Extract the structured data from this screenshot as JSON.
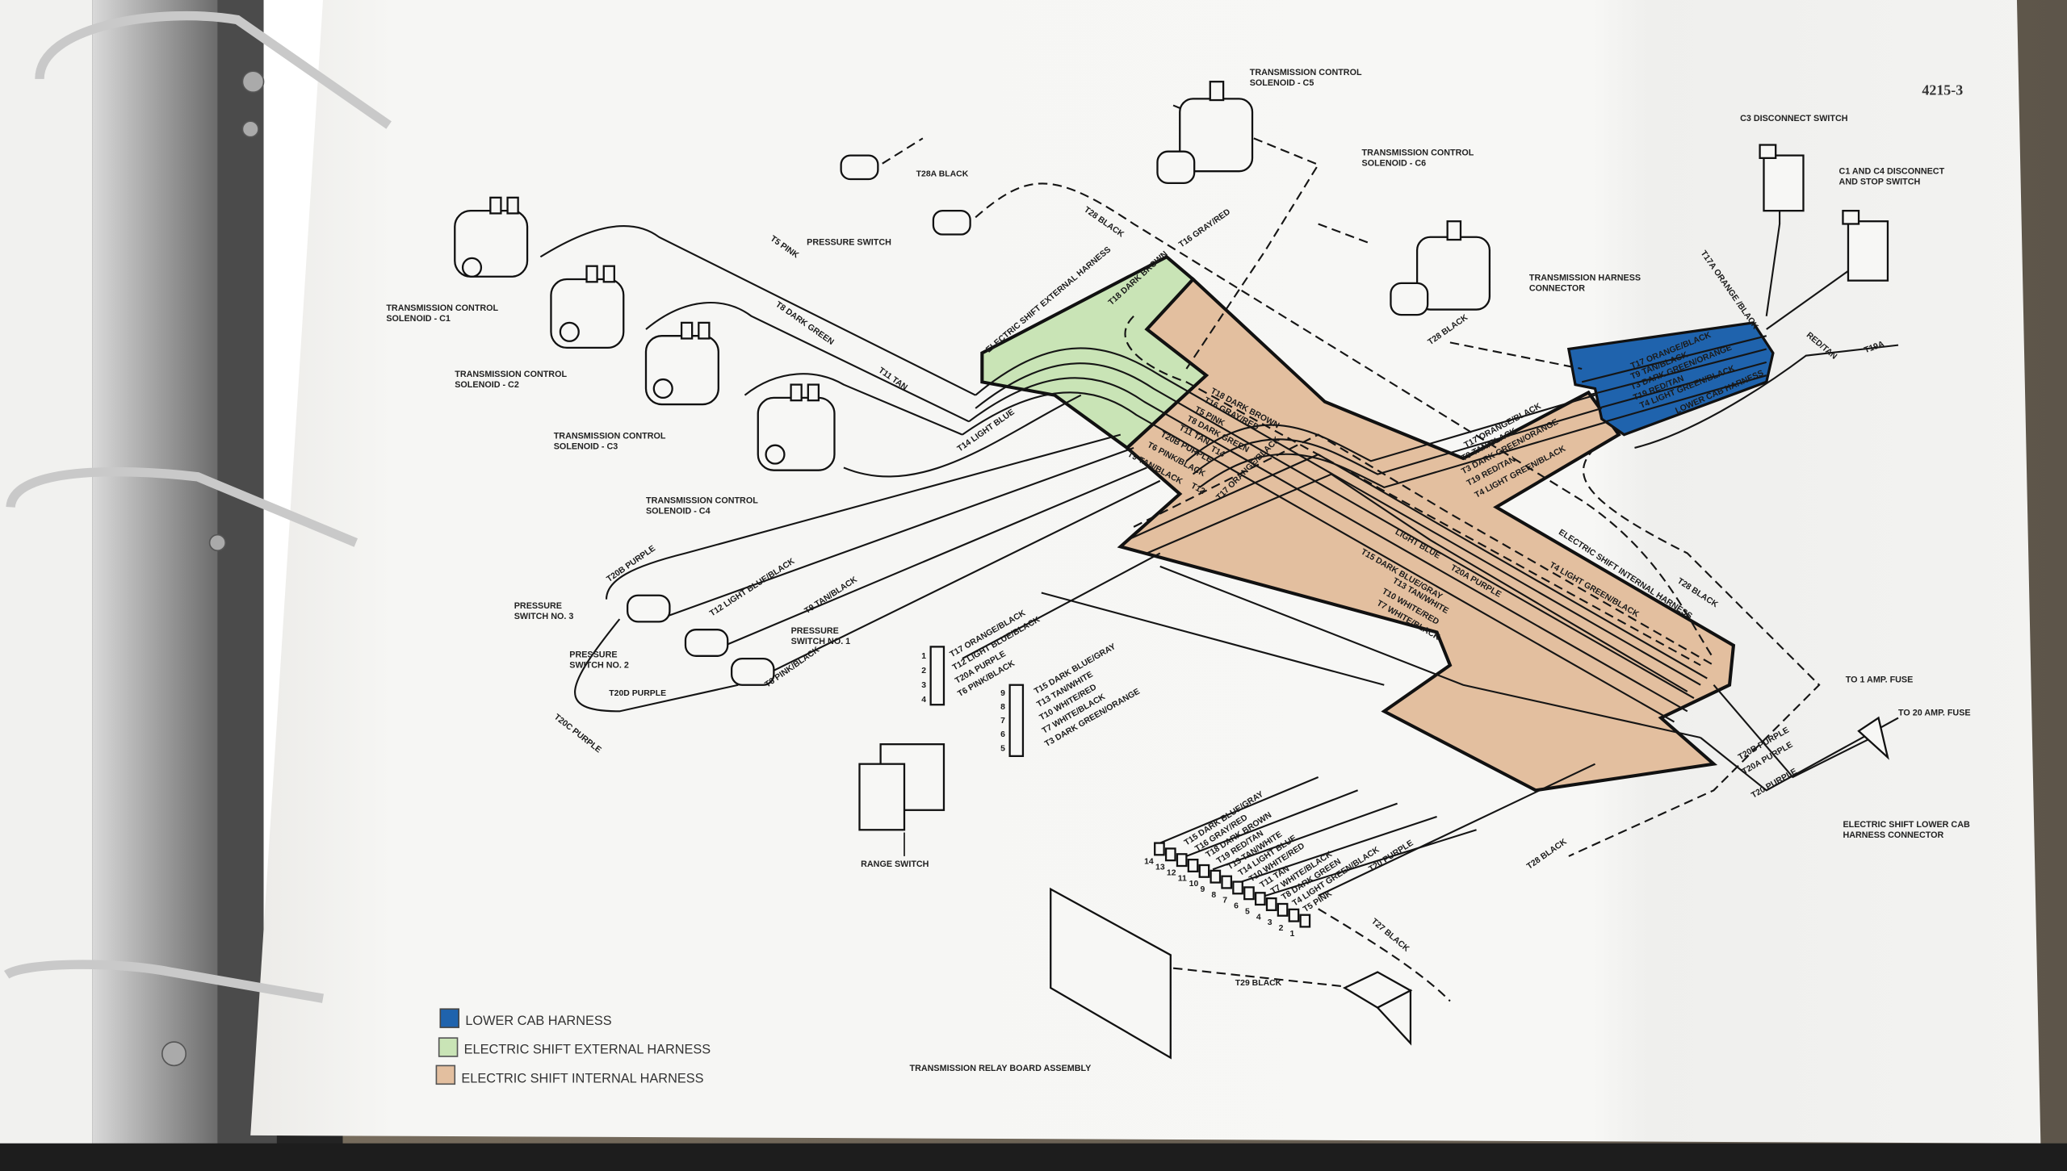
{
  "page_number": "4215-3",
  "legend": [
    {
      "label": "LOWER CAB HARNESS",
      "color": "#1f63ad"
    },
    {
      "label": "ELECTRIC SHIFT EXTERNAL HARNESS",
      "color": "#c9e4b6"
    },
    {
      "label": "ELECTRIC SHIFT INTERNAL HARNESS",
      "color": "#e3bf9f"
    }
  ],
  "components": {
    "sol_c1": [
      "TRANSMISSION CONTROL",
      "SOLENOID - C1"
    ],
    "sol_c2": [
      "TRANSMISSION CONTROL",
      "SOLENOID - C2"
    ],
    "sol_c3": [
      "TRANSMISSION CONTROL",
      "SOLENOID - C3"
    ],
    "sol_c4": [
      "TRANSMISSION CONTROL",
      "SOLENOID - C4"
    ],
    "sol_c5": [
      "TRANSMISSION CONTROL",
      "SOLENOID - C5"
    ],
    "sol_c6": [
      "TRANSMISSION CONTROL",
      "SOLENOID - C6"
    ],
    "pressure_switch": "PRESSURE SWITCH",
    "ps1": [
      "PRESSURE",
      "SWITCH NO. 1"
    ],
    "ps2": [
      "PRESSURE",
      "SWITCH NO. 2"
    ],
    "ps3": [
      "PRESSURE",
      "SWITCH NO. 3"
    ],
    "range_switch": "RANGE SWITCH",
    "relay_board": "TRANSMISSION RELAY BOARD ASSEMBLY",
    "c3_switch": "C3 DISCONNECT SWITCH",
    "c1c4_switch": [
      "C1 AND C4 DISCONNECT",
      "AND STOP SWITCH"
    ],
    "trans_connector": [
      "TRANSMISSION HARNESS",
      "CONNECTOR"
    ],
    "lower_cab_connector": [
      "ELECTRIC SHIFT LOWER CAB",
      "HARNESS CONNECTOR"
    ],
    "fuse_1": "TO 1 AMP. FUSE",
    "fuse_20": "TO 20 AMP. FUSE"
  },
  "harness_labels": {
    "external": "ELECTRIC SHIFT EXTERNAL HARNESS",
    "internal": "ELECTRIC SHIFT INTERNAL HARNESS",
    "lower_cab": "LOWER CAB HARNESS"
  },
  "wires": {
    "t5": "T5 PINK",
    "t8": "T8 DARK GREEN",
    "t11": "T11 TAN",
    "t14": "T14 LIGHT BLUE",
    "t28a": "T28A BLACK",
    "t28_top": "T28 BLACK",
    "t16_top": "T16 GRAY/RED",
    "t28_right": "T28 BLACK",
    "t18_ext": "T18 DARK BROWN",
    "t20b": "T20B PURPLE",
    "t12": "T12 LIGHT BLUE/BLACK",
    "t9": "T9 TAN/BLACK",
    "t6": "T6 PINK/BLACK",
    "t20d": "T20D PURPLE",
    "t20c": "T20C PURPLE",
    "i_t18": "T18 DARK BROWN",
    "i_t16": "T16 GRAY/RED",
    "i_t5": "T5 PINK",
    "i_t8": "T8 DARK GREEN",
    "i_t11": "T11 TAN",
    "i_t14": "T14",
    "i_t20b": "T20B PURPLE",
    "i_t6": "T6 PINK/BLACK",
    "i_t12": "T12",
    "i_t9": "T9 TAN/BLACK",
    "i_t17": "T17 ORANGE/BLACK",
    "r_t17": "T17 ORANGE/BLACK",
    "r_t9": "T9 TAN/BLACK",
    "r_t3": "T3 DARK GREEN/ORANGE",
    "r_t19": "T19 RED/TAN",
    "r_t4": "T4 LIGHT GREEN/BLACK",
    "c_lb": "LIGHT BLUE",
    "c_t15": "T15 DARK BLUE/GRAY",
    "c_t20a": "T20A PURPLE",
    "c_t13": "T13 TAN/WHITE",
    "c_t10": "T10 WHITE/RED",
    "c_t7": "T7 WHITE/BLACK",
    "c_t4": "T4 LIGHT GREEN/BLACK",
    "t28_int": "T28 BLACK",
    "lc_t17": "T17 ORANGE/BLACK",
    "lc_t9": "T9 TAN/BLACK",
    "lc_t3": "T3 DARK GREEN/ORANGE",
    "lc_t19": "T19 RED/TAN",
    "lc_t4": "T4 LIGHT GREEN/BLACK",
    "t17a": "T17A ORANGE /BLACK",
    "red_tan": "RED/TAN",
    "t19a": "T19A",
    "f_t20b": "T20B PURPLE",
    "f_t20a": "T20A PURPLE",
    "f_t20": "T20 PURPLE",
    "t20_low": "T20 PURPLE",
    "t28_low": "T28 BLACK",
    "t27": "T27 BLACK",
    "t29": "T29 BLACK"
  },
  "terminal_strip_a": {
    "pins": [
      "1",
      "2",
      "3",
      "4"
    ],
    "wires": [
      "T17 ORANGE/BLACK",
      "T12 LIGHT BLUE/BLACK",
      "T20A PURPLE",
      "T6 PINK/BLACK"
    ]
  },
  "terminal_strip_b": {
    "pins": [
      "9",
      "8",
      "7",
      "6",
      "5"
    ],
    "wires": [
      "T15 DARK BLUE/GRAY",
      "T13 TAN/WHITE",
      "T10 WHITE/RED",
      "T7 WHITE/BLACK",
      "T3 DARK GREEN/ORANGE"
    ]
  },
  "relay_strip": {
    "pins": [
      "14",
      "13",
      "12",
      "11",
      "10",
      "9",
      "8",
      "7",
      "6",
      "5",
      "4",
      "3",
      "2",
      "1"
    ],
    "wires": [
      "T15 DARK BLUE/GRAY",
      "T16 GRAY/RED",
      "T18 DARK BROWN",
      "T19 RED/TAN",
      "T13 TAN/WHITE",
      "T14 LIGHT BLUE",
      "T10 WHITE/RED",
      "T11 TAN",
      "T7 WHITE/BLACK",
      "T8 DARK GREEN",
      "T4 LIGHT GREEN/BLACK",
      "T5 PINK"
    ]
  }
}
